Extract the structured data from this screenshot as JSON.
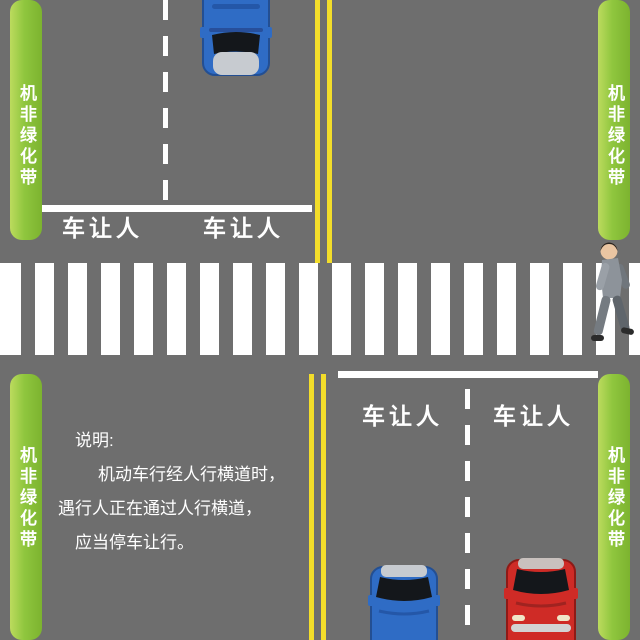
{
  "diagram": {
    "green_belt_label": "机非绿化带",
    "yield_label": "车让人",
    "explanation": {
      "heading": "说明:",
      "lines": [
        "机动车行经人行横道时，",
        "遇行人正在通过人行横道，",
        "应当停车让行。"
      ]
    },
    "colors": {
      "road": "#6e6e6e",
      "green_belt": "#8fc63e",
      "lane_yellow": "#f3dd2a",
      "marking_white": "#ffffff",
      "car_blue": "#2f6cc5",
      "car_red": "#cf2b26"
    },
    "icons": {
      "top_vehicle": "blue-car-top-view",
      "bottom_left_vehicle": "blue-car-top-view",
      "bottom_right_vehicle": "red-car-top-view",
      "person": "pedestrian-walking"
    }
  }
}
